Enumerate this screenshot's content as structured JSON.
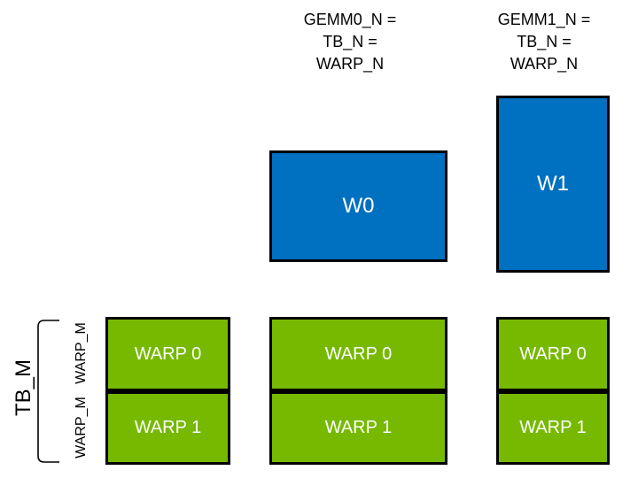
{
  "colors": {
    "tile_blue": "#0070C0",
    "tile_green": "#76B900",
    "outline": "#000000",
    "tile_text": "#ffffff",
    "annotation_text": "#000000"
  },
  "headers": [
    {
      "lines": [
        "GEMM0_N =",
        "TB_N =",
        "WARP_N"
      ]
    },
    {
      "lines": [
        "GEMM1_N =",
        "TB_N =",
        "WARP_N"
      ]
    }
  ],
  "warp_tiles": {
    "w0": "W0",
    "w1": "W1"
  },
  "left_axis": {
    "tb_m": "TB_M",
    "warp_m_top": "WARP_M",
    "warp_m_bottom": "WARP_M"
  },
  "thread_block_columns": [
    {
      "rows": [
        "WARP 0",
        "WARP 1"
      ]
    },
    {
      "rows": [
        "WARP 0",
        "WARP 1"
      ]
    },
    {
      "rows": [
        "WARP 0",
        "WARP 1"
      ]
    }
  ]
}
